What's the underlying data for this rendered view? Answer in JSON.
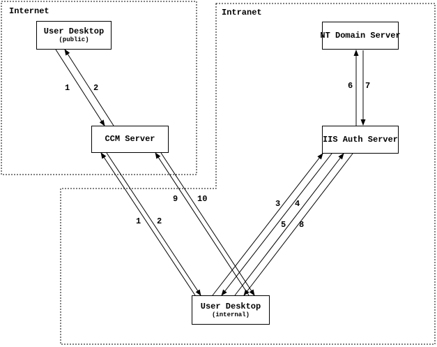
{
  "zones": {
    "internet": {
      "label": "Internet"
    },
    "intranet": {
      "label": "Intranet"
    }
  },
  "nodes": {
    "user_desktop_public": {
      "label": "User Desktop",
      "sublabel": "(public)"
    },
    "ccm_server": {
      "label": "CCM Server"
    },
    "nt_domain_server": {
      "label": "NT Domain Server"
    },
    "iis_auth_server": {
      "label": "IIS Auth Server"
    },
    "user_desktop_internal": {
      "label": "User Desktop",
      "sublabel": "(internal)"
    }
  },
  "edges": [
    {
      "id": "pub-1",
      "label": "1",
      "from": "user-desktop-public",
      "to": "ccm-server"
    },
    {
      "id": "pub-2",
      "label": "2",
      "from": "ccm-server",
      "to": "user-desktop-public"
    },
    {
      "id": "int-1",
      "label": "1",
      "from": "user-desktop-internal",
      "to": "ccm-server"
    },
    {
      "id": "int-2",
      "label": "2",
      "from": "ccm-server",
      "to": "user-desktop-internal"
    },
    {
      "id": "e9",
      "label": "9",
      "from": "user-desktop-internal",
      "to": "ccm-server"
    },
    {
      "id": "e10",
      "label": "10",
      "from": "ccm-server",
      "to": "user-desktop-internal"
    },
    {
      "id": "e3",
      "label": "3",
      "from": "user-desktop-internal",
      "to": "iis-auth-server"
    },
    {
      "id": "e4",
      "label": "4",
      "from": "iis-auth-server",
      "to": "user-desktop-internal"
    },
    {
      "id": "e5",
      "label": "5",
      "from": "user-desktop-internal",
      "to": "iis-auth-server"
    },
    {
      "id": "e8",
      "label": "8",
      "from": "iis-auth-server",
      "to": "user-desktop-internal"
    },
    {
      "id": "e6",
      "label": "6",
      "from": "iis-auth-server",
      "to": "nt-domain-server"
    },
    {
      "id": "e7",
      "label": "7",
      "from": "nt-domain-server",
      "to": "iis-auth-server"
    }
  ],
  "colors": {
    "ink": "#000000",
    "background": "#ffffff"
  }
}
